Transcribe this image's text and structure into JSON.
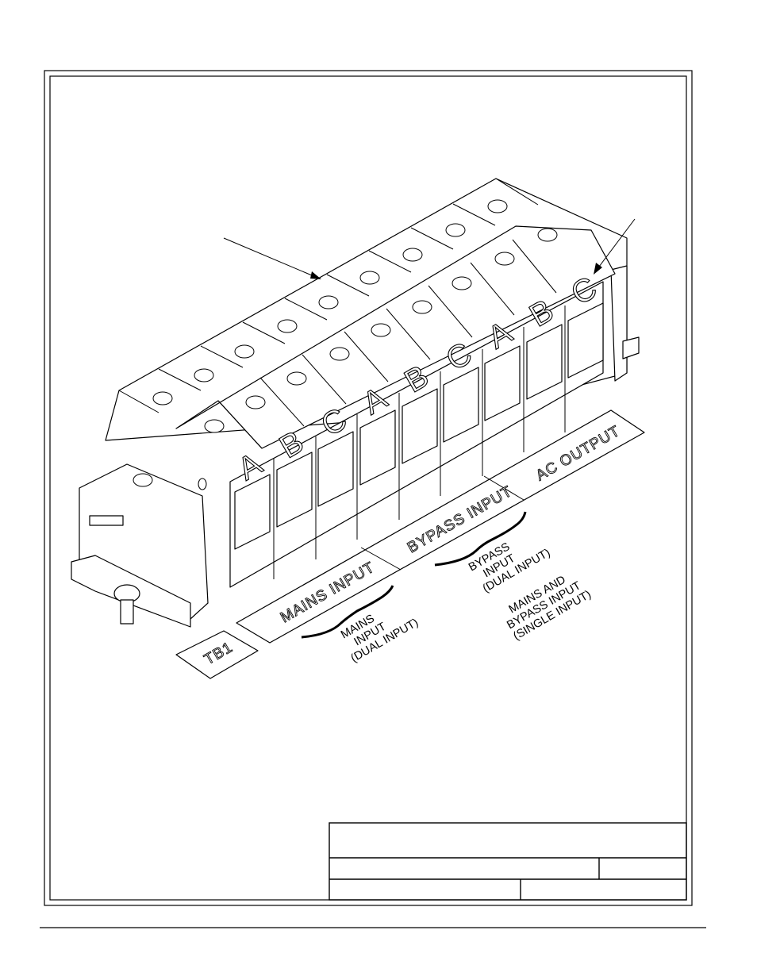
{
  "terminal_letters": {
    "front_row": [
      "A",
      "B",
      "C",
      "A",
      "B",
      "C",
      "A",
      "B",
      "C"
    ]
  },
  "strip_labels": {
    "tb": "TB1",
    "mains": "MAINS INPUT",
    "bypass": "BYPASS INPUT",
    "ac_output": "AC OUTPUT"
  },
  "notes": {
    "mains_dual": [
      "MAINS",
      "INPUT",
      "(DUAL INPUT)"
    ],
    "bypass_dual": [
      "BYPASS",
      "INPUT",
      "(DUAL INPUT)"
    ],
    "single_input": [
      "MAINS AND",
      "BYPASS INPUT",
      "(SINGLE INPUT)"
    ]
  },
  "title_block": {
    "title": "",
    "row2_left": "",
    "row2_right": "",
    "row3_left": "",
    "row3_right": ""
  }
}
